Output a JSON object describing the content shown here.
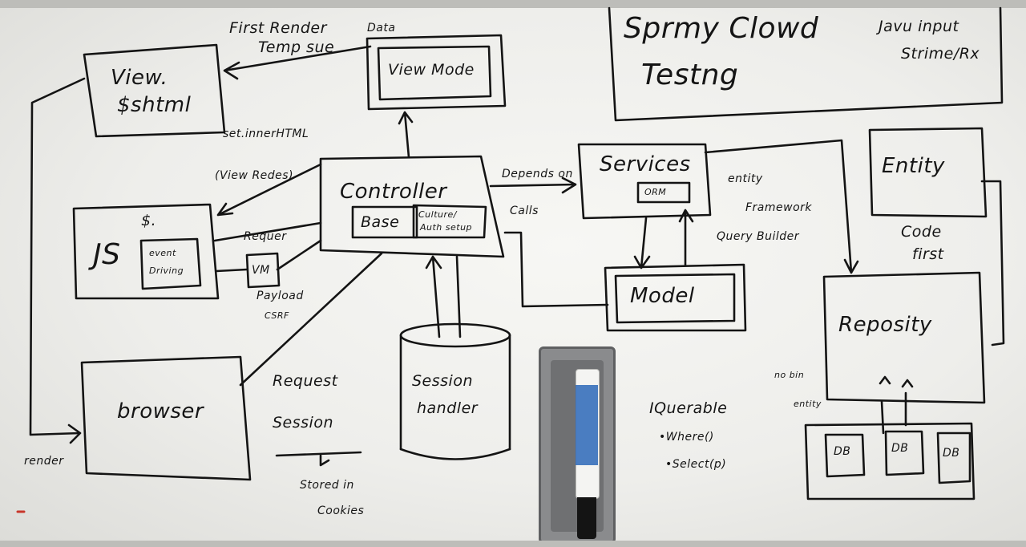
{
  "board": {
    "title_line1": "Sprmy Clowd",
    "title_line2": "Testng",
    "top_right_line1": "Javu input",
    "top_right_line2": "Strime/Rx",
    "view": {
      "line1": "View.",
      "line2": "$shtml"
    },
    "first_render": "First Render",
    "temp_sue": "Temp sue",
    "data": "Data",
    "view_model": "View Mode",
    "set_inner": "set.innerHTML",
    "view_redes": "(View Redes)",
    "js": "JS",
    "dollar": "$.",
    "event_driving": {
      "line1": "event",
      "line2": "Driving"
    },
    "request": "Requer",
    "vm": "VM",
    "payload": "Payload",
    "csrf": "CSRF",
    "controller": "Controller",
    "base": "Base",
    "culture_auth": {
      "line1": "Culture/",
      "line2": "Auth setup"
    },
    "depends_on": "Depends on",
    "calls": "Calls",
    "services": "Services",
    "orm": "ORM",
    "entity_framework": {
      "line1": "entity",
      "line2": "Framework"
    },
    "query_builder": "Query Builder",
    "model": "Model",
    "entity": "Entity",
    "code_first": {
      "line1": "Code",
      "line2": "first"
    },
    "repository": "Reposity",
    "browser": "browser",
    "render": "render",
    "request_session": {
      "line1": "Request",
      "line2": "Session"
    },
    "stored_in": {
      "line1": "Stored in",
      "line2": "Cookies"
    },
    "session_handler": {
      "line1": "Session",
      "line2": "handler"
    },
    "iqueryable": "IQuerable",
    "where": "•Where()",
    "select": "•Select(p)",
    "no_bin": "no bin",
    "entity_small": "entity",
    "db_labels": [
      "DB",
      "DB",
      "DB"
    ]
  }
}
